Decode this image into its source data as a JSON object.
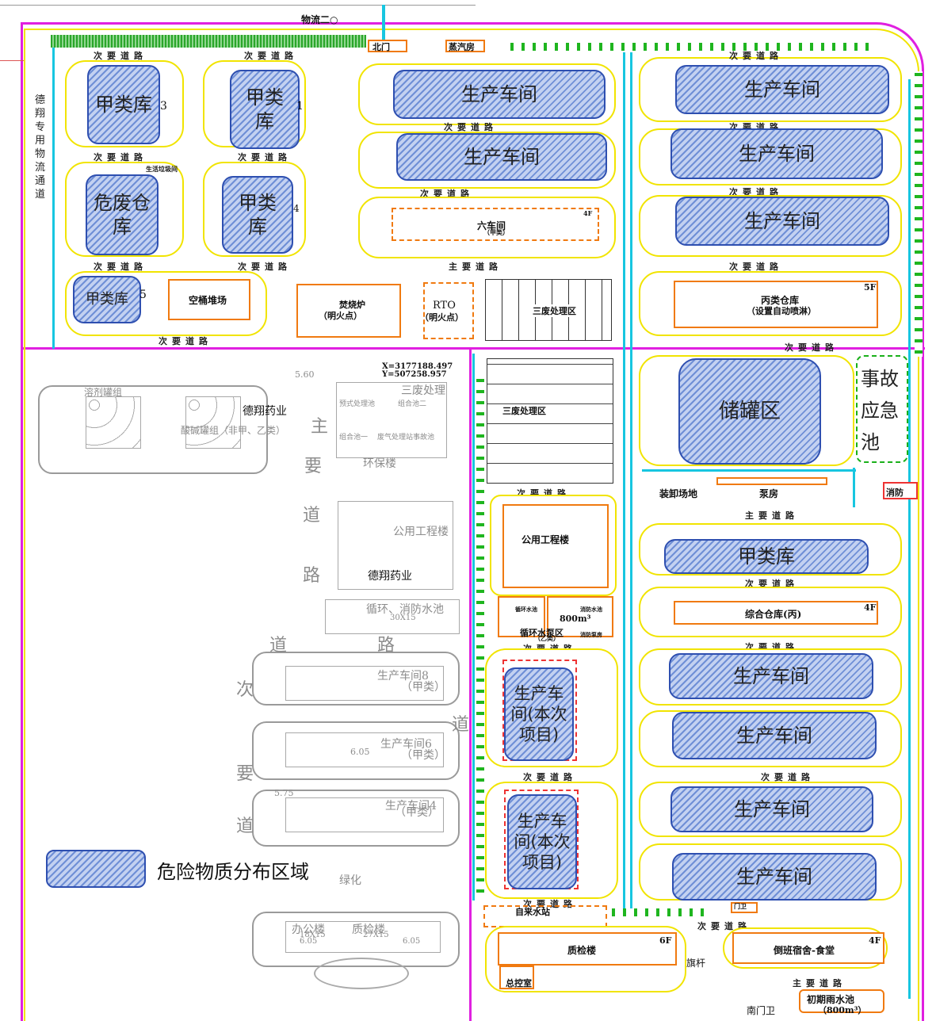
{
  "colors": {
    "boundary": "#e020e0",
    "block_outline": "#f1e400",
    "hazard_fill": "#6f8fd6",
    "hazard_border": "#2e4fb0",
    "building_outline": "#f07a10",
    "pipe": "#17c6e0",
    "neighbor_gray": "#8c8c8c"
  },
  "top": {
    "logistics": "物流二○",
    "gate": "北门",
    "steam_room": "蒸汽房"
  },
  "left_channel": "德翔专用物流通道",
  "hazard_areas": {
    "jia_1": "甲类库",
    "jia_2": "甲类库",
    "weifei": "危废仓库",
    "jia_3": "甲类库",
    "jia_4": "甲类库",
    "prod_1": "生产车间",
    "prod_2": "生产车间",
    "prod_3": "生产车间",
    "prod_4": "生产车间",
    "prod_5": "生产车间",
    "tank": "储罐区",
    "jia_5": "甲类库",
    "prod_6": "生产车间",
    "prod_7": "生产车间",
    "prod_8": "生产车间",
    "prod_9": "生产车间",
    "proj_1": "生产车间(本次项目)",
    "proj_2": "生产车间(本次项目)"
  },
  "sub_numbers": {
    "n3": "3",
    "n1": "1",
    "n4": "4",
    "n5": "5"
  },
  "roads": {
    "minor": "次要道路",
    "main": "主要道路",
    "main2": "主要道路"
  },
  "west_labels": {
    "bucket_yard": "空桶堆场",
    "hazard_small": "生活垃圾间",
    "incinerator": "焚烧炉",
    "open_fire": "（明火点）",
    "rto": "RTO",
    "rto_fire": "（明火点）",
    "waste_treatment": "三废处理区"
  },
  "north_labels": {
    "six_workshop": "六车间",
    "six_note": "（甲类）",
    "four_f": "4F"
  },
  "east_labels": {
    "bing_warehouse": "丙类仓库",
    "bing_note": "（设置自动喷淋）",
    "five_f": "5F",
    "accident_pool": "事故应急池",
    "loading": "装卸场地",
    "pump_room": "泵房",
    "general_warehouse": "综合仓库(丙)",
    "four_f": "4F",
    "fire_room": "消防"
  },
  "middle_labels": {
    "utility": "公用工程楼",
    "waste_treatment_2": "三废处理区",
    "cycle_pool": "循环水池",
    "fire_pool": "消防水池",
    "pool_size": "800m³",
    "pump_area": "循环水泵区",
    "pump_note": "（乙类）",
    "fire_pump": "消防泵房",
    "coords": "X=3177188.497\nY=507258.957"
  },
  "south_labels": {
    "qc_building": "质检楼",
    "six_f": "6F",
    "dorm": "倒班宿舍-食堂",
    "four_f": "4F",
    "flag": "旗杆",
    "control": "总控室",
    "south_gate": "南门卫",
    "rain_pool": "初期雨水池",
    "rain_size": "（800m³）",
    "auto_station": "自来水站",
    "door_guard": "门卫"
  },
  "neighbor": {
    "company": "德翔药业",
    "solvent_group": "溶剂罐组",
    "acid_tank": "酸碱罐组（非甲、乙类）",
    "three_waste": "三废处理",
    "env_building": "环保楼",
    "utility": "公用工程楼",
    "company_2": "德翔药业",
    "cycle_fire": "循环、消防水池",
    "cycle_size": "30X15",
    "ws8": "生产车间8",
    "ws8_note": "（甲类）",
    "ws6": "生产车间6",
    "ws6_note": "（甲类）",
    "ws4": "生产车间4",
    "ws4_note": "（甲类）",
    "office": "办公楼",
    "office_size": "18X15",
    "qc": "质检楼",
    "qc_size": "27X15",
    "v1": "6.05",
    "v2": "6.05",
    "v3": "6.05",
    "v4": "5.75",
    "v5": "5.60",
    "green": "绿化",
    "pool_a": "组合池一",
    "pool_b": "组合池二",
    "pool_c": "废气处理站事故池",
    "pool_d": "预式处理池",
    "road_main": "主",
    "road_yao": "要",
    "road_dao": "道",
    "road_lu": "路",
    "road_ci": "次",
    "road_dao2": "道",
    "road_lu2": "路",
    "road_yao2": "要",
    "road_dao3": "道",
    "road_dao4": "道"
  },
  "legend": {
    "label": "危险物质分布区域"
  }
}
